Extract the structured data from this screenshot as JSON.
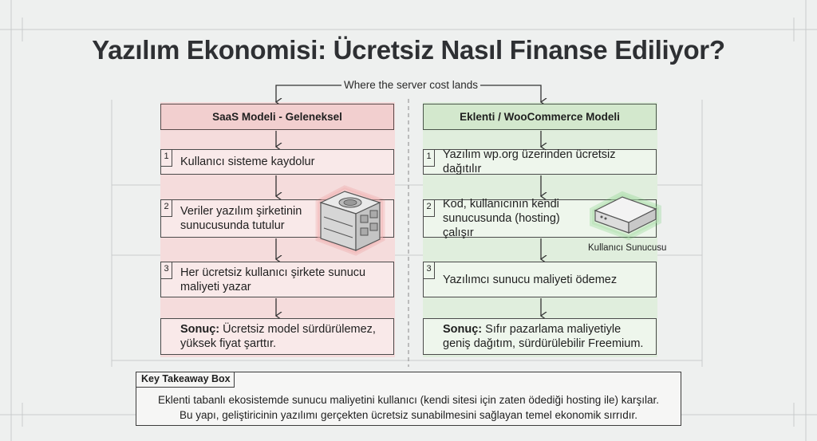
{
  "title": "Yazılım Ekonomisi: Ücretsiz Nasıl Finanse Ediliyor?",
  "center_label": "Where the server cost lands",
  "colors": {
    "saas_header": "#f2cfcf",
    "plugin_header": "#d3e8cd",
    "server_glow_red": "#e14c4c",
    "server_glow_green": "#57c25a"
  },
  "saas": {
    "header": "SaaS Modeli - Geleneksel",
    "steps": [
      {
        "num": "1",
        "text": "Kullanıcı sisteme kaydolur"
      },
      {
        "num": "2",
        "text": "Veriler yazılım şirketinin sunucusunda tutulur"
      },
      {
        "num": "3",
        "text": "Her ücretsiz kullanıcı şirkete sunucu maliyeti yazar"
      }
    ],
    "result_label": "Sonuç:",
    "result_text": " Ücretsiz model sürdürülemez, yüksek fiyat şarttır.",
    "server_icon": "server-rack-icon"
  },
  "plugin": {
    "header": "Eklenti / WooCommerce Modeli",
    "steps": [
      {
        "num": "1",
        "text": "Yazılım wp.org üzerinden ücretsiz dağıtılır"
      },
      {
        "num": "2",
        "text": "Kod, kullanıcının kendi sunucusunda (hosting) çalışır"
      },
      {
        "num": "3",
        "text": "Yazılımcı sunucu maliyeti ödemez"
      }
    ],
    "result_label": "Sonuç:",
    "result_text": " Sıfır pazarlama maliyetiyle geniş dağıtım, sürdürülebilir Freemium.",
    "server_label": "Kullanıcı Sunucusu",
    "server_icon": "server-box-icon"
  },
  "takeaway": {
    "label": "Key Takeaway Box",
    "line1": "Eklenti tabanlı ekosistemde sunucu maliyetini kullanıcı (kendi sitesi için zaten ödediği hosting ile) karşılar.",
    "line2": "Bu yapı, geliştiricinin yazılımı gerçekten ücretsiz sunabilmesini sağlayan temel ekonomik sırrıdır."
  }
}
